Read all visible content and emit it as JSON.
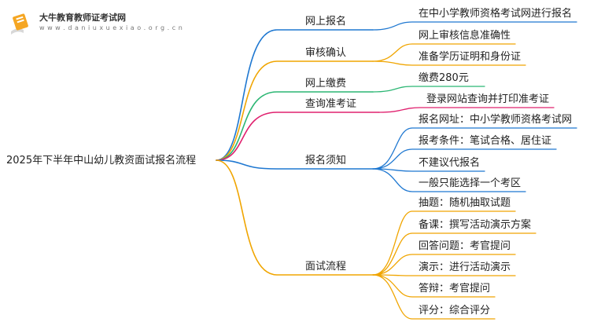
{
  "brand": {
    "name": "大牛教育教师证考试网",
    "url": "w w w . d a n i u x u e x i a o . o r g . c n"
  },
  "root": {
    "label": "2025年下半年中山幼儿教资面试报名流程"
  },
  "colors": {
    "blue": "#1f78d1",
    "orange": "#f0a500",
    "green": "#2bb673",
    "pink": "#e0206e",
    "logo_orange": "#f5a623"
  },
  "branches": [
    {
      "label": "网上报名",
      "color": "blue",
      "children": [
        "在中小学教师资格考试网进行报名"
      ]
    },
    {
      "label": "审核确认",
      "color": "orange",
      "children": [
        "网上审核信息准确性",
        "准备学历证明和身份证"
      ]
    },
    {
      "label": "网上缴费",
      "color": "green",
      "children": [
        "缴费280元"
      ]
    },
    {
      "label": "查询准考证",
      "color": "pink",
      "children": [
        "登录网站查询并打印准考证"
      ]
    },
    {
      "label": "报名须知",
      "color": "blue",
      "children": [
        "报名网址：中小学教师资格考试网",
        "报考条件：笔试合格、居住证",
        "不建议代报名",
        "一般只能选择一个考区"
      ]
    },
    {
      "label": "面试流程",
      "color": "orange",
      "children": [
        "抽题：随机抽取试题",
        "备课：撰写活动演示方案",
        "回答问题：考官提问",
        "演示：进行活动演示",
        "答辩：考官提问",
        "评分：综合评分"
      ]
    }
  ]
}
